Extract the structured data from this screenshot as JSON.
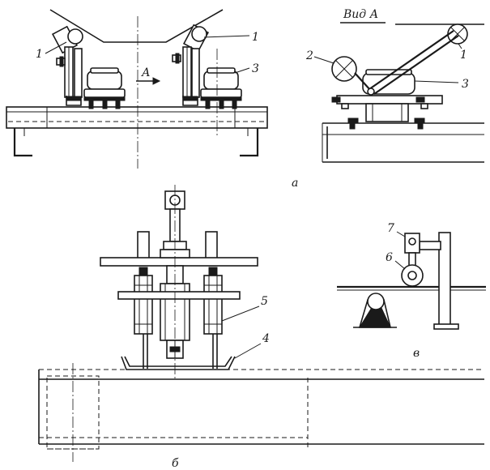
{
  "labels": {
    "view_a_title": "Вид А",
    "arrow_a": "А",
    "part_1_left": "1",
    "part_1_mid": "1",
    "part_3_mid": "3",
    "part_1_view": "1",
    "part_2_view": "2",
    "part_3_view": "3",
    "part_4": "4",
    "part_5": "5",
    "part_6": "6",
    "part_7": "7",
    "fig_a": "а",
    "fig_b": "б",
    "fig_v": "в"
  }
}
